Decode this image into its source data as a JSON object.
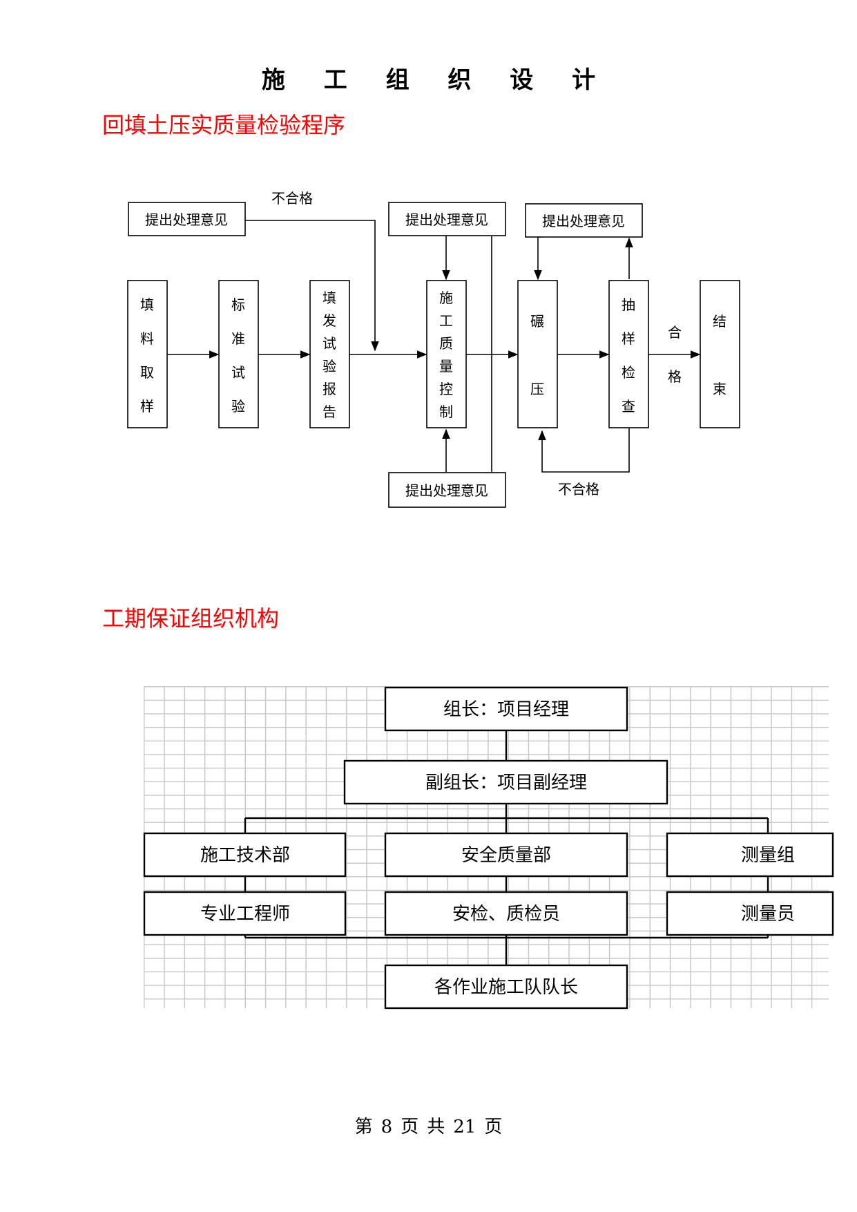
{
  "header": {
    "title": "施 工 组 织 设 计"
  },
  "sections": [
    {
      "title": "回填土压实质量检验程序"
    },
    {
      "title": "工期保证组织机构"
    }
  ],
  "flowchart": {
    "steps": [
      {
        "text": "填料取样"
      },
      {
        "text": "标准试验"
      },
      {
        "text": "填发试验报告"
      },
      {
        "text": "施工质量控制"
      },
      {
        "text": "碾压"
      },
      {
        "text": "抽样检查"
      },
      {
        "text": "结束"
      }
    ],
    "opinion_boxes": [
      "提出处理意见",
      "提出处理意见",
      "提出处理意见",
      "提出处理意见"
    ],
    "labels": {
      "fail_top": "不合格",
      "fail_bottom": "不合格",
      "pass": "合格"
    }
  },
  "org_chart": {
    "leader": "组长：项目经理",
    "deputy": "副组长：项目副经理",
    "departments": [
      "施工技术部",
      "安全质量部",
      "测量组"
    ],
    "staff": [
      "专业工程师",
      "安检、质检员",
      "测量员"
    ],
    "teams": "各作业施工队队长"
  },
  "footer": {
    "page_label_1": "第",
    "page_number": "8",
    "page_label_2": "页",
    "total_label": "共",
    "total_pages": "21",
    "page_label_3": "页"
  }
}
